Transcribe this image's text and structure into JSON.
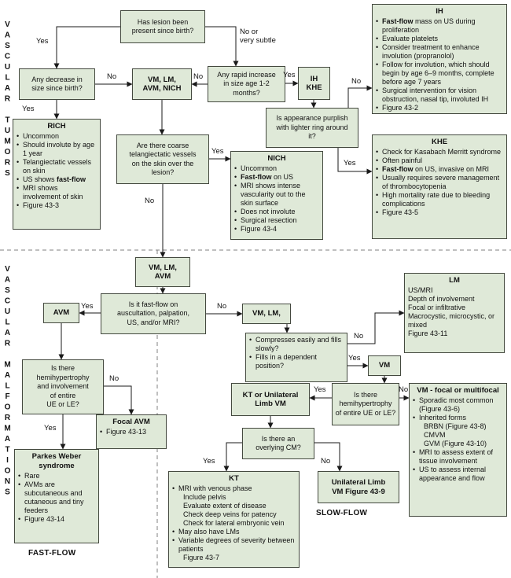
{
  "colors": {
    "box-fill": "#dfe9d8",
    "box-border": "#44493f",
    "edge": "#1a1a1a",
    "text": "#111111"
  },
  "side": {
    "tumors": "VASCULAR TUMORS",
    "malformations": "VASCULAR MALFORMATIONS"
  },
  "flow_labels": {
    "fast": "FAST-FLOW",
    "slow": "SLOW-FLOW"
  },
  "edge_labels": {
    "birth_yes": "Yes",
    "birth_no": "No or\nvery subtle",
    "decrease_yes": "Yes",
    "decrease_no": "No",
    "rapid_yes": "Yes",
    "rapid_no": "No",
    "purplish_no": "No",
    "purplish_yes": "Yes",
    "coarse_yes": "Yes",
    "coarse_no": "No",
    "fastflow_yes": "Yes",
    "fastflow_no": "No",
    "hemi_avm_no": "No",
    "hemi_avm_yes": "Yes",
    "compress_no": "No",
    "compress_yes": "Yes",
    "hemi_vm_no": "No",
    "hemi_vm_yes": "Yes",
    "cm_yes": "Yes",
    "cm_no": "No"
  },
  "nodes": {
    "q_birth": "Has lesion been\npresent since birth?",
    "q_decrease": "Any decrease in\nsize since birth?",
    "vm_lm_avm_nich": "VM, LM,\nAVM, NICH",
    "q_rapid": "Any rapid increase\nin size age 1-2\nmonths?",
    "ih_khe": "IH\nKHE",
    "q_purplish": "Is appearance purplish\nwith lighter ring around\nit?",
    "q_coarse": "Are there coarse\ntelangiectatic vessels\non the skin over the\nlesion?",
    "vm_lm_avm": "VM, LM,\nAVM",
    "q_fastflow": "Is it fast-flow on\nauscultation, palpation,\nUS, and/or MRI?",
    "avm": "AVM",
    "vm_lm": "VM, LM,",
    "q_hemi_avm": "Is there\nhemihypertrophy\nand involvement\nof entire\nUE or LE?",
    "vm": "VM",
    "q_hemi_vm": "Is there\nhemihypertrophy\nof entire UE or LE?",
    "kt_or_uni": "KT or Unilateral\nLimb VM",
    "q_cm": "Is there an\noverlying CM?",
    "unilateral": "Unilateral Limb\nVM Figure 43-9"
  },
  "boxes": {
    "ih": {
      "title": "IH",
      "items": [
        {
          "b": "Fast-flow",
          "t": " mass on US during proliferation"
        },
        {
          "p": "Evaluate platelets"
        },
        {
          "p": "Consider treatment to enhance involution (propranolol)"
        },
        {
          "p": "Follow for involution, which should begin by age 6–9 months, complete before age 7 years"
        },
        {
          "p": "Surgical intervention for vision obstruction, nasal tip, involuted IH"
        },
        {
          "p": "Figure 43-2"
        }
      ]
    },
    "khe": {
      "title": "KHE",
      "items": [
        {
          "p": "Check for Kasabach Merritt syndrome"
        },
        {
          "p": "Often painful"
        },
        {
          "b": "Fast-flow",
          "t": " on US, invasive on MRI"
        },
        {
          "p": "Usually requires severe management of thrombocytopenia"
        },
        {
          "p": "High mortality rate due to bleeding complications"
        },
        {
          "p": "Figure 43-5"
        }
      ]
    },
    "rich": {
      "title": "RICH",
      "items": [
        {
          "p": "Uncommon"
        },
        {
          "p": "Should involute by age 1 year"
        },
        {
          "p": "Telangiectatic vessels on skin"
        },
        {
          "p": "US shows ",
          "b": "fast-flow"
        },
        {
          "p": "MRI shows involvement of skin"
        },
        {
          "p": "Figure 43-3"
        }
      ]
    },
    "nich": {
      "title": "NICH",
      "items": [
        {
          "p": "Uncommon"
        },
        {
          "b": "Fast-flow",
          "t": " on US"
        },
        {
          "p": "MRI shows intense vascularity out to the skin surface"
        },
        {
          "p": "Does not involute"
        },
        {
          "p": "Surgical resection"
        },
        {
          "p": "Figure 43-4"
        }
      ]
    },
    "lm": {
      "title": "LM",
      "items": [
        {
          "p": "US/MRI"
        },
        {
          "p": "Depth of involvement"
        },
        {
          "p": "Focal or infiltrative"
        },
        {
          "p": "Macrocystic, microcystic, or mixed"
        },
        {
          "p": "Figure 43-11"
        }
      ]
    },
    "compress": {
      "items": [
        {
          "p": "Compresses easily and fills slowly?"
        },
        {
          "p": "Fills in a dependent position?"
        }
      ]
    },
    "vm_focal": {
      "title": "VM - focal or multifocal",
      "items": [
        {
          "p": "Sporadic most common (Figure 43-6)"
        },
        {
          "p": "Inherited forms"
        },
        {
          "p": "BRBN (Figure 43-8)"
        },
        {
          "p": "CMVM"
        },
        {
          "p": "GVM (Figure 43-10)"
        },
        {
          "p": "MRI to assess extent of tissue involvement"
        },
        {
          "p": "US to assess internal appearance and flow"
        }
      ]
    },
    "kt": {
      "title": "KT",
      "items": [
        {
          "p": "MRI with venous phase"
        },
        {
          "p": "Include pelvis"
        },
        {
          "p": "Evaluate extent of disease"
        },
        {
          "p": "Check deep veins for patency"
        },
        {
          "p": "Check for lateral embryonic vein"
        },
        {
          "p": "May also have LMs"
        },
        {
          "p": "Variable degrees of severity between patients"
        },
        {
          "p": "Figure 43-7"
        }
      ]
    },
    "focal_avm": {
      "title": "Focal AVM",
      "items": [
        {
          "p": "Figure 43-13"
        }
      ]
    },
    "parkes": {
      "title": "Parkes Weber\nsyndrome",
      "items": [
        {
          "p": "Rare"
        },
        {
          "p": "AVMs are subcutaneous and cutaneous and tiny feeders"
        },
        {
          "p": "Figure 43-14"
        }
      ]
    }
  }
}
